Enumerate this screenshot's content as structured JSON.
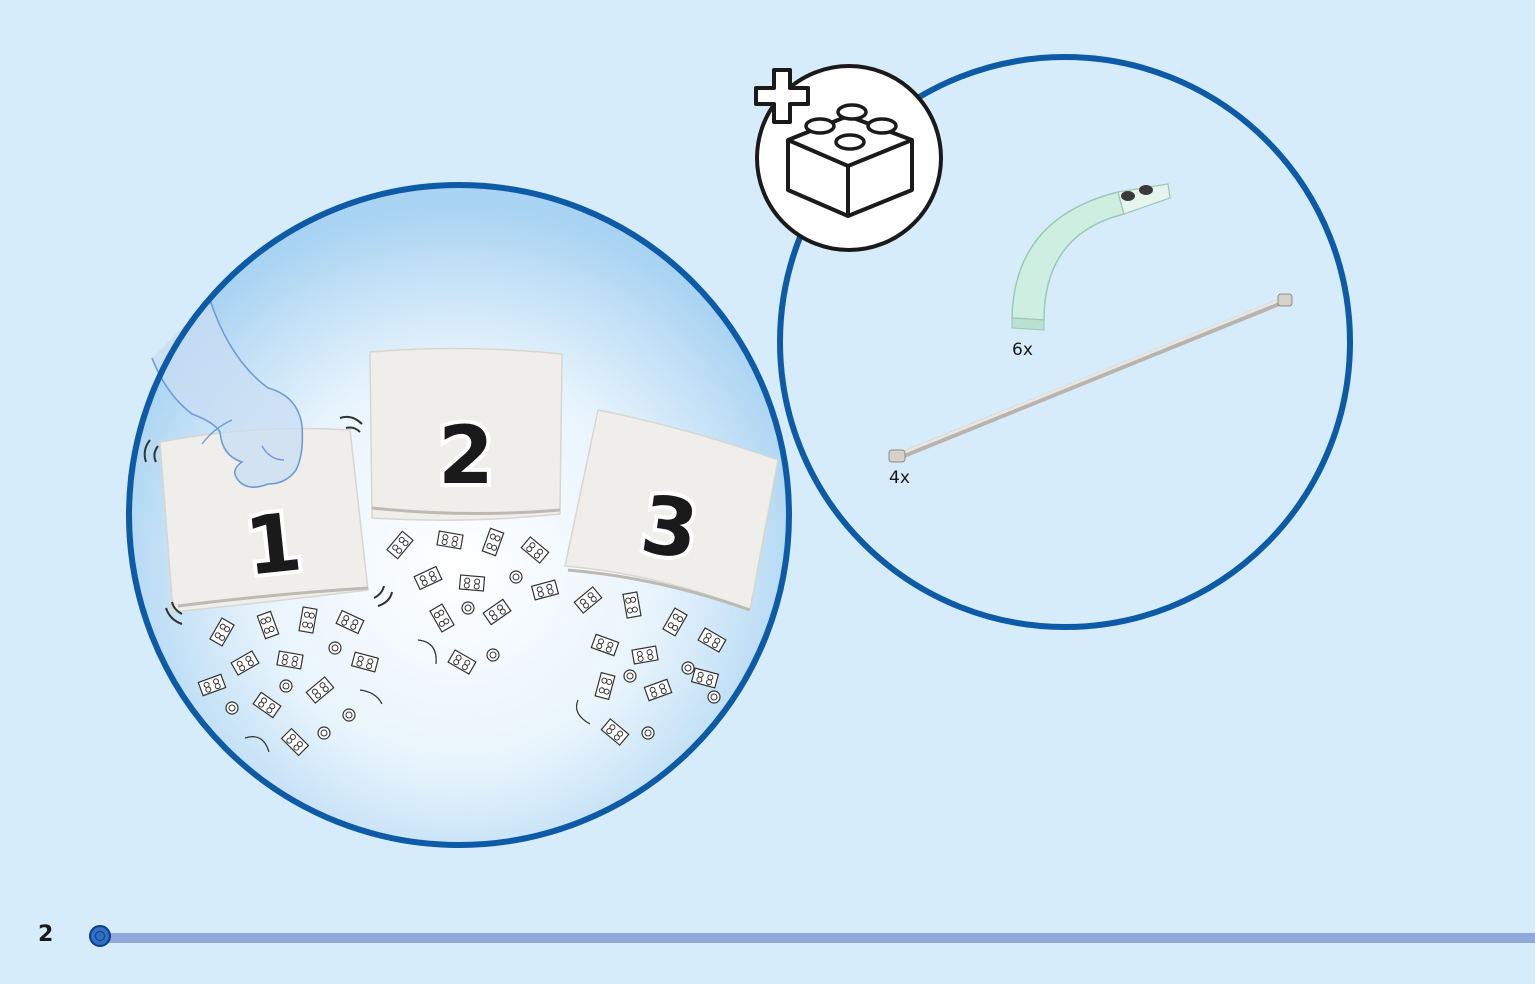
{
  "bags": [
    {
      "number": "1"
    },
    {
      "number": "2"
    },
    {
      "number": "3"
    }
  ],
  "parts_callout": {
    "items": [
      {
        "quantity": "6x",
        "part": "arch-piece-light-green"
      },
      {
        "quantity": "4x",
        "part": "long-rod-with-ends"
      }
    ]
  },
  "footer": {
    "page_number": "2"
  },
  "colors": {
    "background": "#d6ecfa",
    "circle_border": "#0d5aa7",
    "progress_track": "#8fa9dc",
    "arch_part": "#cfeee2"
  },
  "icons": [
    "hand-icon",
    "add-brick-icon"
  ]
}
